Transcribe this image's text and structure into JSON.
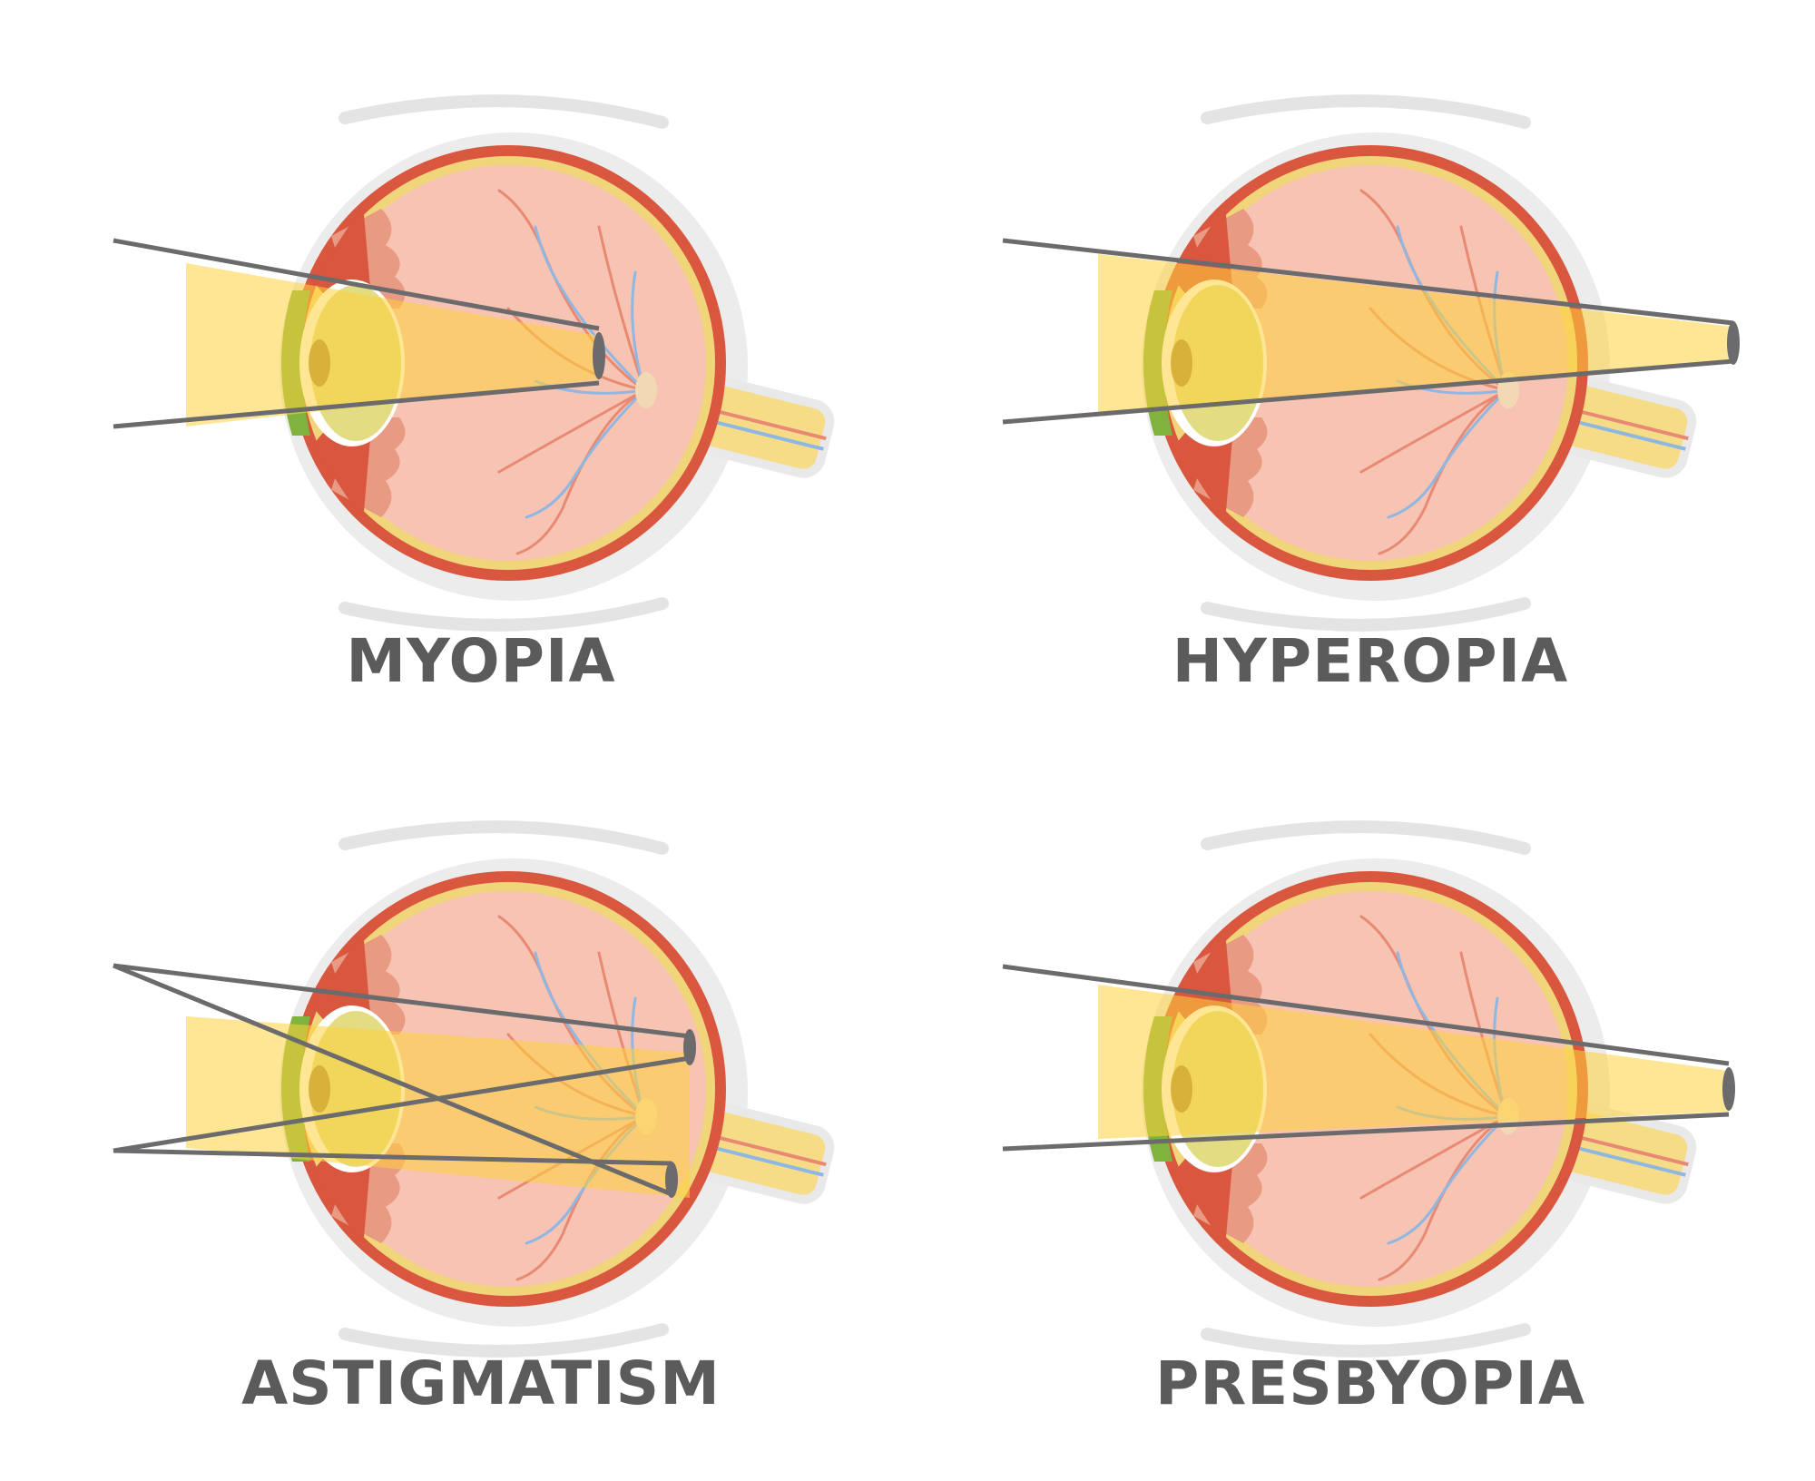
{
  "labels": {
    "myopia": "MYOPIA",
    "hyperopia": "HYPEROPIA",
    "astigmatism": "ASTIGMATISM",
    "presbyopia": "PRESBYOPIA"
  },
  "colors": {
    "sclera": "#d9573e",
    "choroid": "#f1d57a",
    "vitreous": "#f7c3b2",
    "ciliary": "#e89a83",
    "iris": "#7fb33d",
    "lens": "#e3dc82",
    "cornea": "#bfe0f2",
    "beam": "#ffd23d",
    "ray": "#6b6b6d",
    "vein": "#8fb7e3",
    "artery": "#e88a73",
    "optic_nerve": "#f6dc87",
    "shadow": "#e6e6e6"
  }
}
